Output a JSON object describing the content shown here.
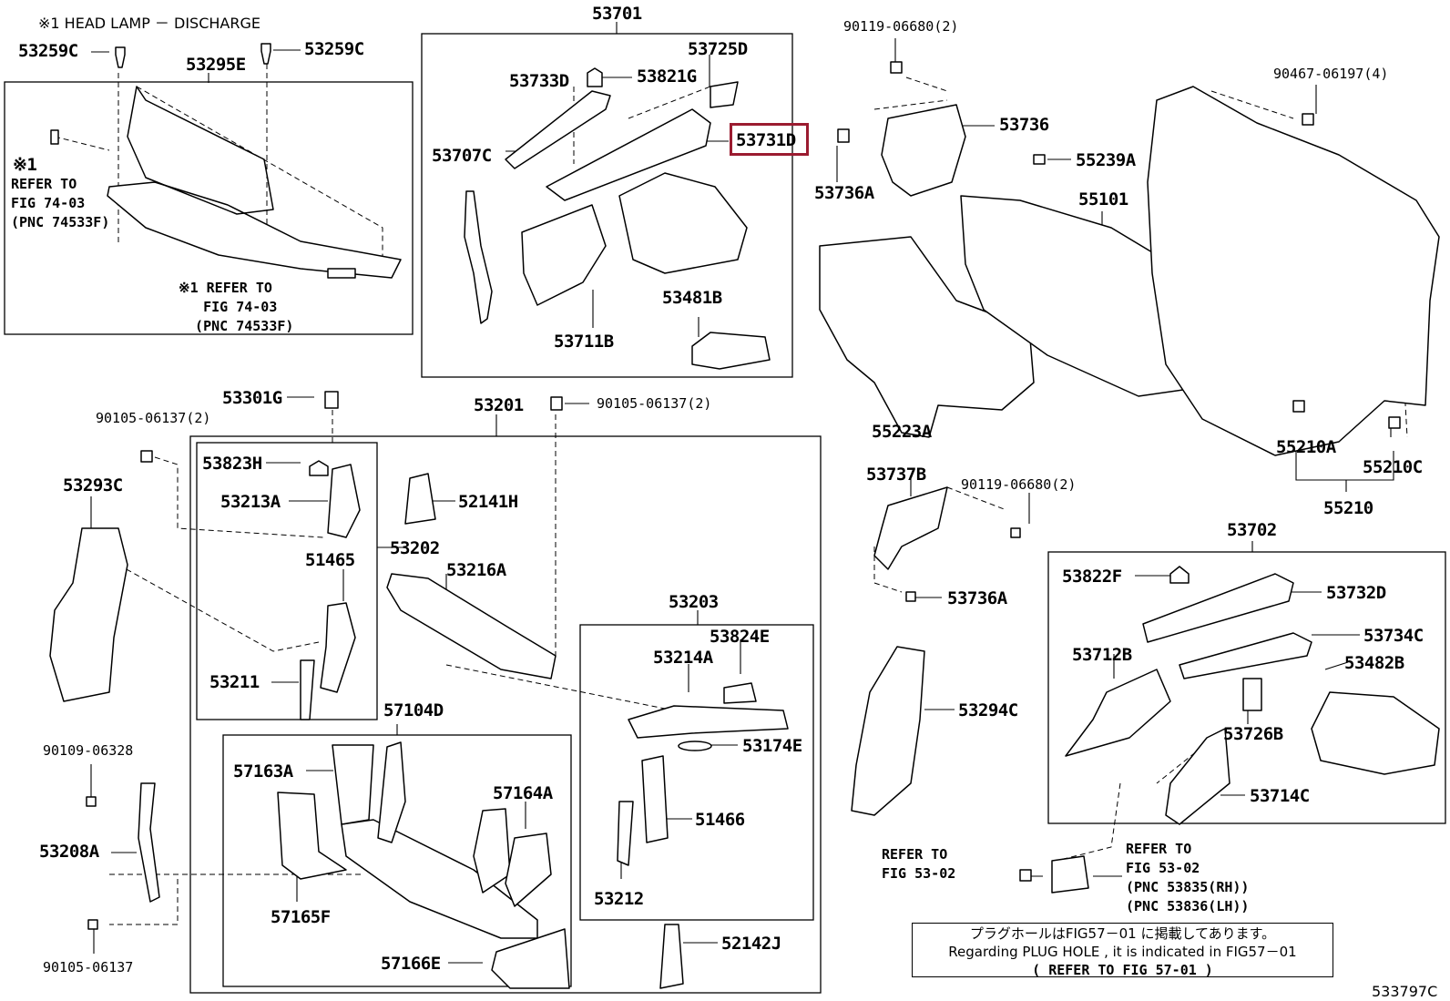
{
  "header_note": "※1 HEAD LAMP － DISCHARGE",
  "diagram_code": "533797C",
  "highlighted_part": "53731D",
  "labels": {
    "p53259c_l": "53259C",
    "p53259c_r": "53259C",
    "p53295e": "53295E",
    "ref1_mark": "※1",
    "ref1_text": "REFER TO\nFIG 74-03\n(PNC 74533F)",
    "ref2_text": "※1 REFER TO\n   FIG 74-03\n  (PNC 74533F)",
    "p53701": "53701",
    "p53725d": "53725D",
    "p53733d": "53733D",
    "p53821g": "53821G",
    "p53731d": "53731D",
    "p53707c": "53707C",
    "p53481b": "53481B",
    "p53711b": "53711B",
    "p90119_top": "90119-06680(2)",
    "p53736": "53736",
    "p53736a_top": "53736A",
    "p90467": "90467-06197(4)",
    "p55239a": "55239A",
    "p55101": "55101",
    "p55223a": "55223A",
    "p55210a": "55210A",
    "p55210c": "55210C",
    "p55210": "55210",
    "p53301g": "53301G",
    "p90105_l": "90105-06137(2)",
    "p53201": "53201",
    "p90105_m": "90105-06137(2)",
    "p53293c": "53293C",
    "p53823h": "53823H",
    "p53213a": "53213A",
    "p52141h": "52141H",
    "p53202": "53202",
    "p51465": "51465",
    "p53216a": "53216A",
    "p53211": "53211",
    "p53203": "53203",
    "p53824e": "53824E",
    "p53214a": "53214A",
    "p53174e": "53174E",
    "p51466": "51466",
    "p53212": "53212",
    "p57104d": "57104D",
    "p57163a": "57163A",
    "p57164a": "57164A",
    "p57165f": "57165F",
    "p57166e": "57166E",
    "p52142j": "52142J",
    "p90109": "90109-06328",
    "p53208a": "53208A",
    "p90105_b": "90105-06137",
    "p53737b": "53737B",
    "p90119_mid": "90119-06680(2)",
    "p53736a_mid": "53736A",
    "p53294c": "53294C",
    "p53702": "53702",
    "p53822f": "53822F",
    "p53732d": "53732D",
    "p53712b": "53712B",
    "p53734c": "53734C",
    "p53482b": "53482B",
    "p53726b": "53726B",
    "p53714c": "53714C",
    "ref3_text": "REFER TO\nFIG 53-02",
    "ref4_text": "REFER TO\nFIG 53-02\n(PNC 53835(RH))\n(PNC 53836(LH))"
  },
  "note": {
    "line1": "プラグホールはFIG57－01 に掲載してあります。",
    "line2": "Regarding PLUG HOLE , it is indicated in FIG57－01",
    "line3": "(  REFER TO FIG 57-01 )"
  }
}
